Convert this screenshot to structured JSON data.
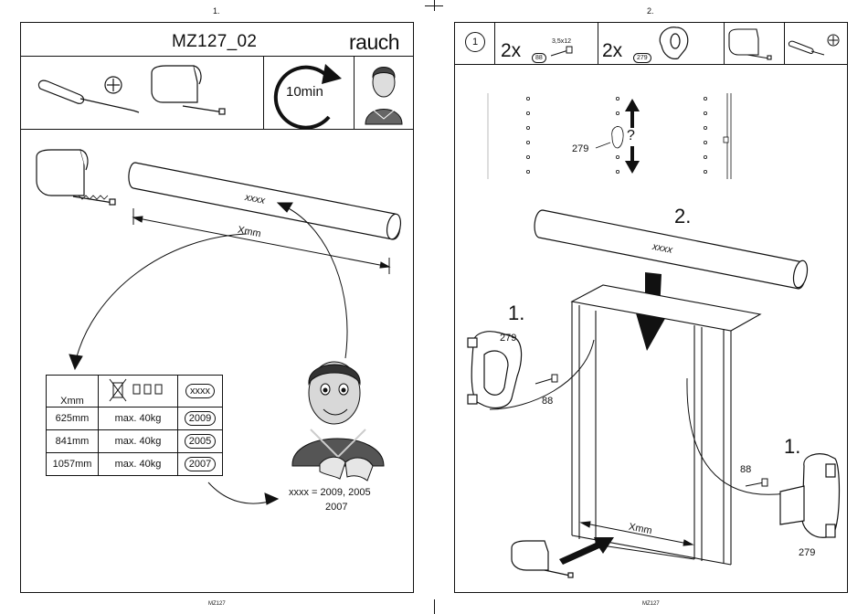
{
  "left_page": {
    "page_number": "1.",
    "footer": "MZ127",
    "header": {
      "title": "MZ127_02",
      "brand": "rauch"
    },
    "time": "10min",
    "rail_label": "xxxx",
    "length_label": "Xmm",
    "table": {
      "header_length": "Xmm",
      "header_code": "xxxx",
      "rows": [
        {
          "length": "625mm",
          "load": "max. 40kg",
          "code": "2009"
        },
        {
          "length": "841mm",
          "load": "max. 40kg",
          "code": "2005"
        },
        {
          "length": "1057mm",
          "load": "max. 40kg",
          "code": "2007"
        }
      ]
    },
    "note_line1": "xxxx = 2009, 2005",
    "note_line2": "2007"
  },
  "right_page": {
    "page_number": "2.",
    "footer": "MZ127",
    "step": "1",
    "parts": [
      {
        "qty": "2x",
        "id": "88",
        "size": "3,5x12"
      },
      {
        "qty": "2x",
        "id": "279"
      }
    ],
    "hole_label": "279",
    "question": "?",
    "step_rail": "2.",
    "rail_label": "xxxx",
    "step_bracket_left": "1.",
    "bracket_left_id": "279",
    "screw_left_id": "88",
    "step_bracket_right": "1.",
    "screw_right_id": "88",
    "bracket_right_id": "279",
    "width_label": "Xmm"
  }
}
